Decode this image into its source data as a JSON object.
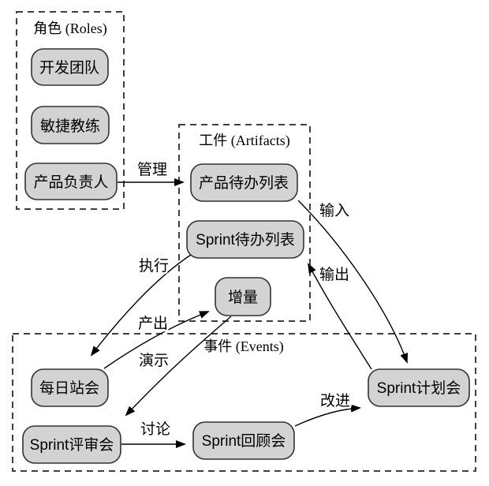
{
  "diagram": {
    "type": "scrum-framework-flowchart",
    "colors": {
      "background": "#ffffff",
      "node_fill": "#d3d3d3",
      "node_stroke": "#333333",
      "group_border": "#3f3f3f",
      "edge": "#000000",
      "text": "#000000"
    },
    "groups": {
      "roles": {
        "title": "角色 (Roles)"
      },
      "artifacts": {
        "title": "工件 (Artifacts)"
      },
      "events": {
        "title": "事件 (Events)"
      }
    },
    "nodes": {
      "dev_team": {
        "label": "开发团队",
        "group": "roles"
      },
      "agile_coach": {
        "label": "敏捷教练",
        "group": "roles"
      },
      "product_owner": {
        "label": "产品负责人",
        "group": "roles"
      },
      "product_backlog": {
        "label": "产品待办列表",
        "group": "artifacts"
      },
      "sprint_backlog": {
        "label": "Sprint待办列表",
        "group": "artifacts"
      },
      "increment": {
        "label": "增量",
        "group": "artifacts"
      },
      "daily_standup": {
        "label": "每日站会",
        "group": "events"
      },
      "sprint_review": {
        "label": "Sprint评审会",
        "group": "events"
      },
      "sprint_retro": {
        "label": "Sprint回顾会",
        "group": "events"
      },
      "sprint_planning": {
        "label": "Sprint计划会",
        "group": "events"
      }
    },
    "edges": {
      "manage": {
        "label": "管理",
        "from": "product_owner",
        "to": "product_backlog"
      },
      "input": {
        "label": "输入",
        "from": "product_backlog",
        "to": "sprint_planning"
      },
      "output": {
        "label": "输出",
        "from": "sprint_planning",
        "to": "sprint_backlog"
      },
      "execute": {
        "label": "执行",
        "from": "sprint_backlog",
        "to": "daily_standup"
      },
      "produce": {
        "label": "产出",
        "from": "daily_standup",
        "to": "increment"
      },
      "demo": {
        "label": "演示",
        "from": "increment",
        "to": "sprint_review"
      },
      "discuss": {
        "label": "讨论",
        "from": "sprint_review",
        "to": "sprint_retro"
      },
      "improve": {
        "label": "改进",
        "from": "sprint_retro",
        "to": "sprint_planning"
      }
    }
  }
}
